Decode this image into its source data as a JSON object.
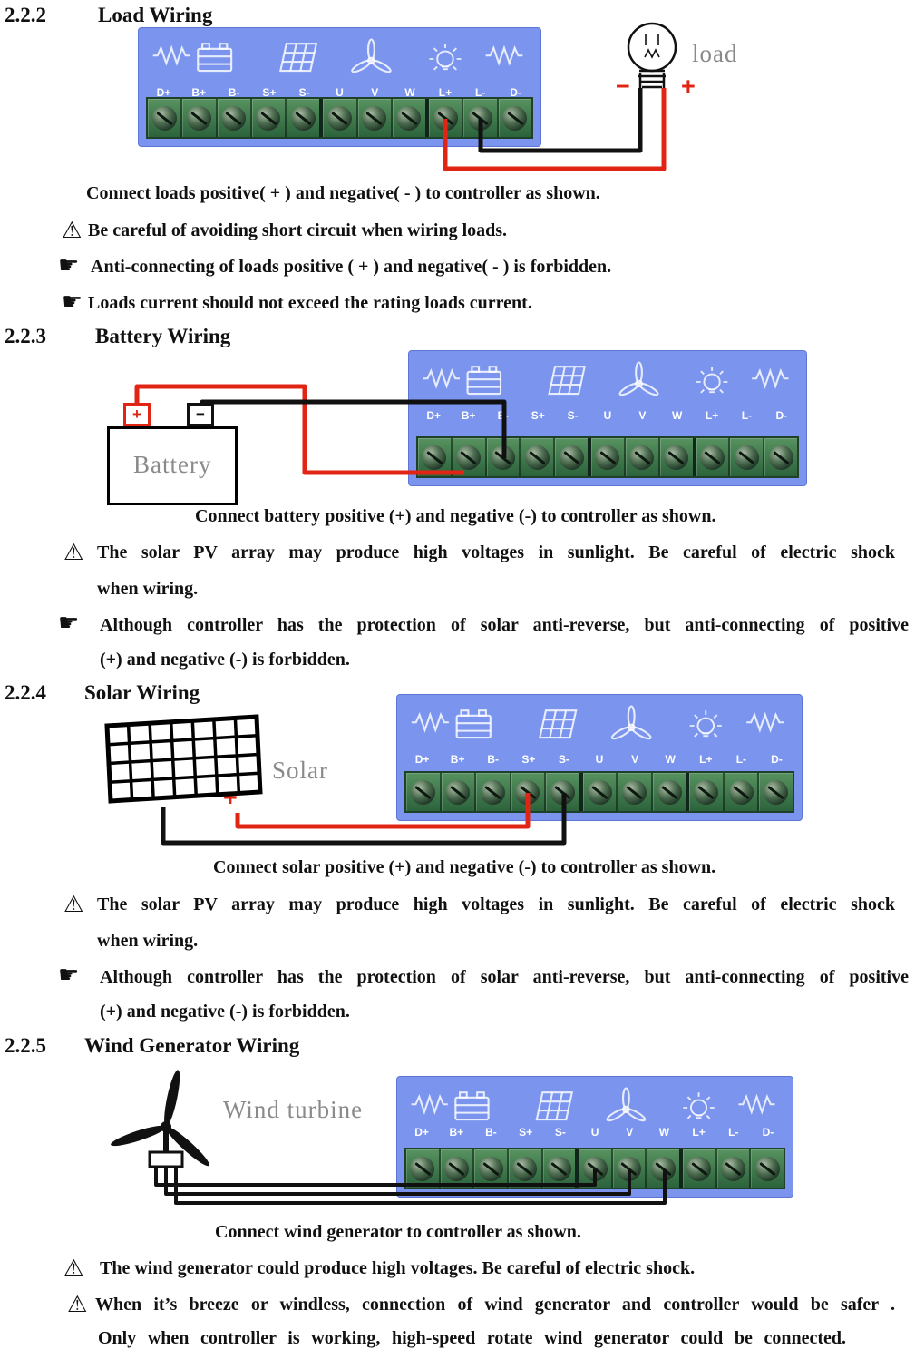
{
  "controller": {
    "terminals": [
      "D+",
      "B+",
      "B-",
      "S+",
      "S-",
      "U",
      "V",
      "W",
      "L+",
      "L-",
      "D-"
    ]
  },
  "icons": {
    "warning": "⚠",
    "note": "☛"
  },
  "load_section": {
    "number": "2.2.2",
    "title": "Load Wiring",
    "bulb_label": "load",
    "minus": "−",
    "plus": "+",
    "caption": "Connect loads positive( + ) and negative( - ) to controller as shown.",
    "warning": "Be careful of avoiding short circuit when wiring loads.",
    "note1": "Anti-connecting of loads positive ( + ) and negative( - ) is forbidden.",
    "note2": "Loads current should not exceed the rating loads current."
  },
  "battery_section": {
    "number": "2.2.3",
    "title": "Battery Wiring",
    "battery_label": "Battery",
    "plus": "+",
    "minus": "−",
    "caption": "Connect battery positive (+) and negative (-) to controller as shown.",
    "warning_line1": "The solar PV array may produce high voltages in sunlight. Be careful of electric shock",
    "warning_line2": "when wiring.",
    "note_line1": "Although controller has the protection of solar anti-reverse, but anti-connecting of positive",
    "note_line2": "(+) and negative (-) is forbidden."
  },
  "solar_section": {
    "number": "2.2.4",
    "title": "Solar Wiring",
    "panel_label": "Solar",
    "minus": "−",
    "plus": "+",
    "caption": "Connect solar positive (+) and negative (-) to controller as shown.",
    "warning_line1": "The solar PV array may produce high voltages in sunlight. Be careful of electric shock",
    "warning_line2": "when wiring.",
    "note_line1": "Although controller has the protection of solar anti-reverse, but anti-connecting of positive",
    "note_line2": "(+) and negative (-) is forbidden."
  },
  "wind_section": {
    "number": "2.2.5",
    "title": "Wind Generator Wiring",
    "turbine_label": "Wind turbine",
    "caption": "Connect wind generator to controller as shown.",
    "warning1": "The wind generator could produce high voltages. Be careful of electric shock.",
    "warning2": "When it’s breeze or windless, connection of wind generator and controller would be safer .",
    "closing": "Only when controller is working, high-speed rotate wind generator could be connected."
  }
}
